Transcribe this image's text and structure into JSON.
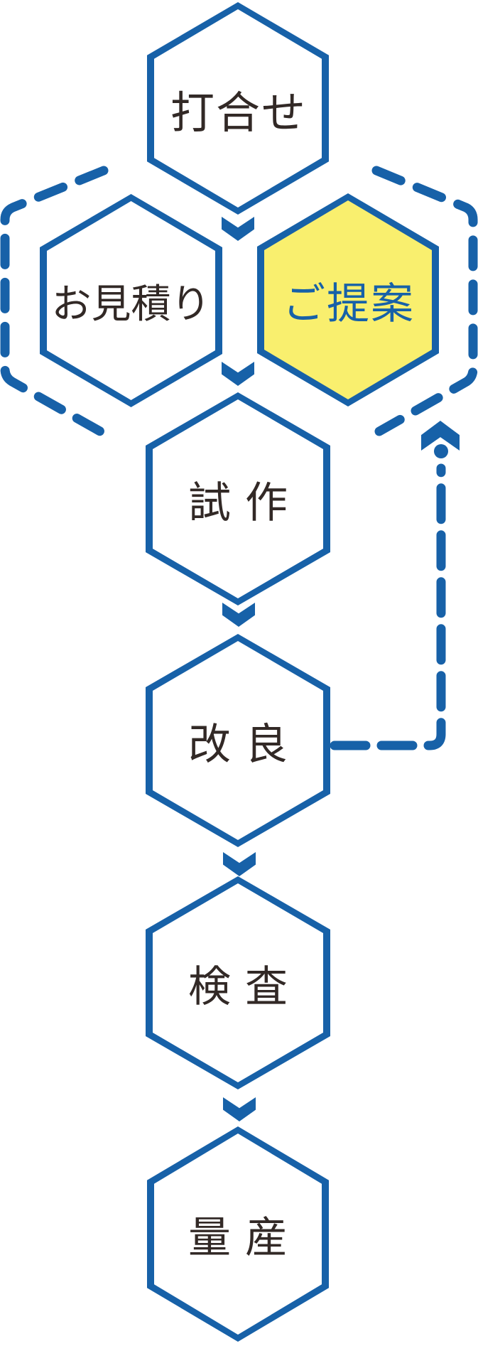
{
  "diagram": {
    "colors": {
      "accent_blue": "#1761a8",
      "highlight_yellow": "#f9ef6e",
      "text_dark": "#322926",
      "background": "#ffffff"
    },
    "steps": [
      {
        "label": "打合せ",
        "fill": "white",
        "row": 1
      },
      {
        "label": "お見積り",
        "fill": "white",
        "row": 2
      },
      {
        "label": "ご提案",
        "fill": "yellow",
        "row": 2
      },
      {
        "label": "試作",
        "fill": "white",
        "row": 3
      },
      {
        "label": "改良",
        "fill": "white",
        "row": 4
      },
      {
        "label": "検査",
        "fill": "white",
        "row": 5
      },
      {
        "label": "量産",
        "fill": "white",
        "row": 6
      }
    ],
    "connectors": {
      "down_arrows": 5,
      "feedback_loop": {
        "from": "改良",
        "to": "ご提案",
        "style": "dashed",
        "arrow": "up"
      },
      "dashed_brackets": [
        "お見積り",
        "ご提案"
      ]
    }
  }
}
